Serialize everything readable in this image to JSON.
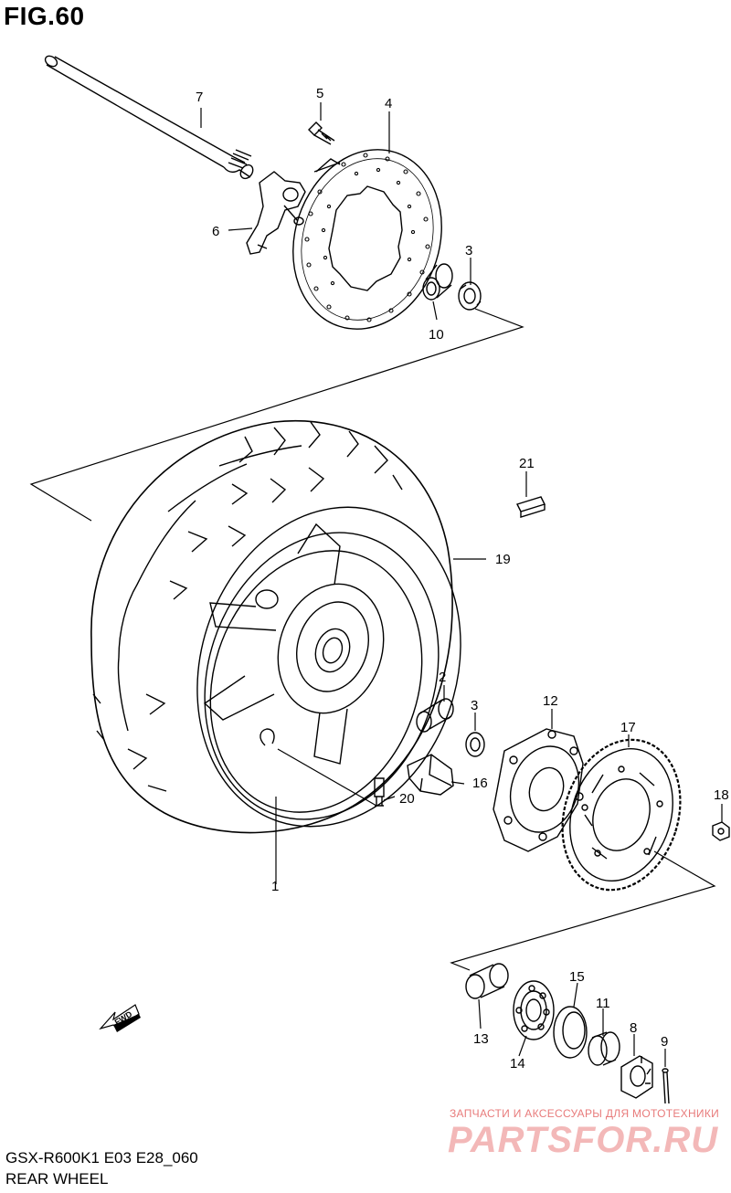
{
  "figure": {
    "title": "FIG.60"
  },
  "parts": {
    "p1": "1",
    "p2": "2",
    "p3a": "3",
    "p3b": "3",
    "p4": "4",
    "p5": "5",
    "p6": "6",
    "p7": "7",
    "p8": "8",
    "p9": "9",
    "p10": "10",
    "p11": "11",
    "p12": "12",
    "p13": "13",
    "p14": "14",
    "p15": "15",
    "p16": "16",
    "p17": "17",
    "p18": "18",
    "p19": "19",
    "p20": "20",
    "p21": "21"
  },
  "fwd_badge": "FWD",
  "footer": {
    "model_code": "GSX-R600K1 E03 E28_060",
    "section_name": "REAR WHEEL"
  },
  "watermark": {
    "tagline": "ЗАПЧАСТИ И АКСЕССУАРЫ ДЛЯ МОТОТЕХНИКИ",
    "brand": "PARTSFOR.RU"
  }
}
